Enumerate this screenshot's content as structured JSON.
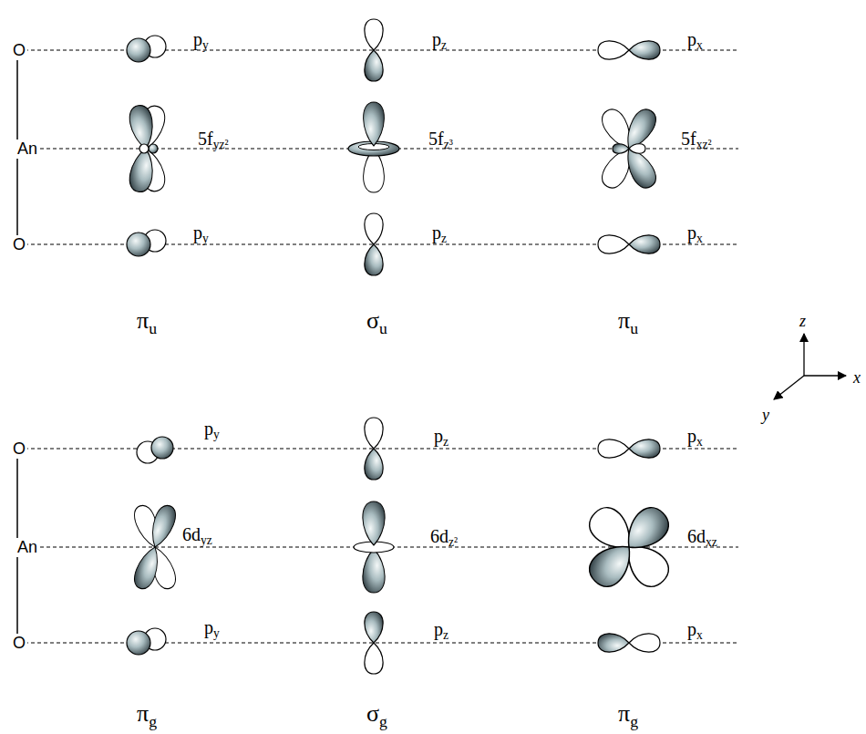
{
  "diagram": {
    "labels": [
      "O",
      "An",
      "O",
      "py",
      "pz",
      "px",
      "5fyz²",
      "5fz³",
      "5fxz²",
      "py",
      "pz",
      "px",
      "πu",
      "σu",
      "πu",
      "O",
      "An",
      "O",
      "py",
      "pz",
      "px",
      "6dyz",
      "6dz²",
      "6dxz",
      "py",
      "pz",
      "px",
      "πg",
      "σg",
      "πg",
      "z",
      "x",
      "y"
    ]
  }
}
